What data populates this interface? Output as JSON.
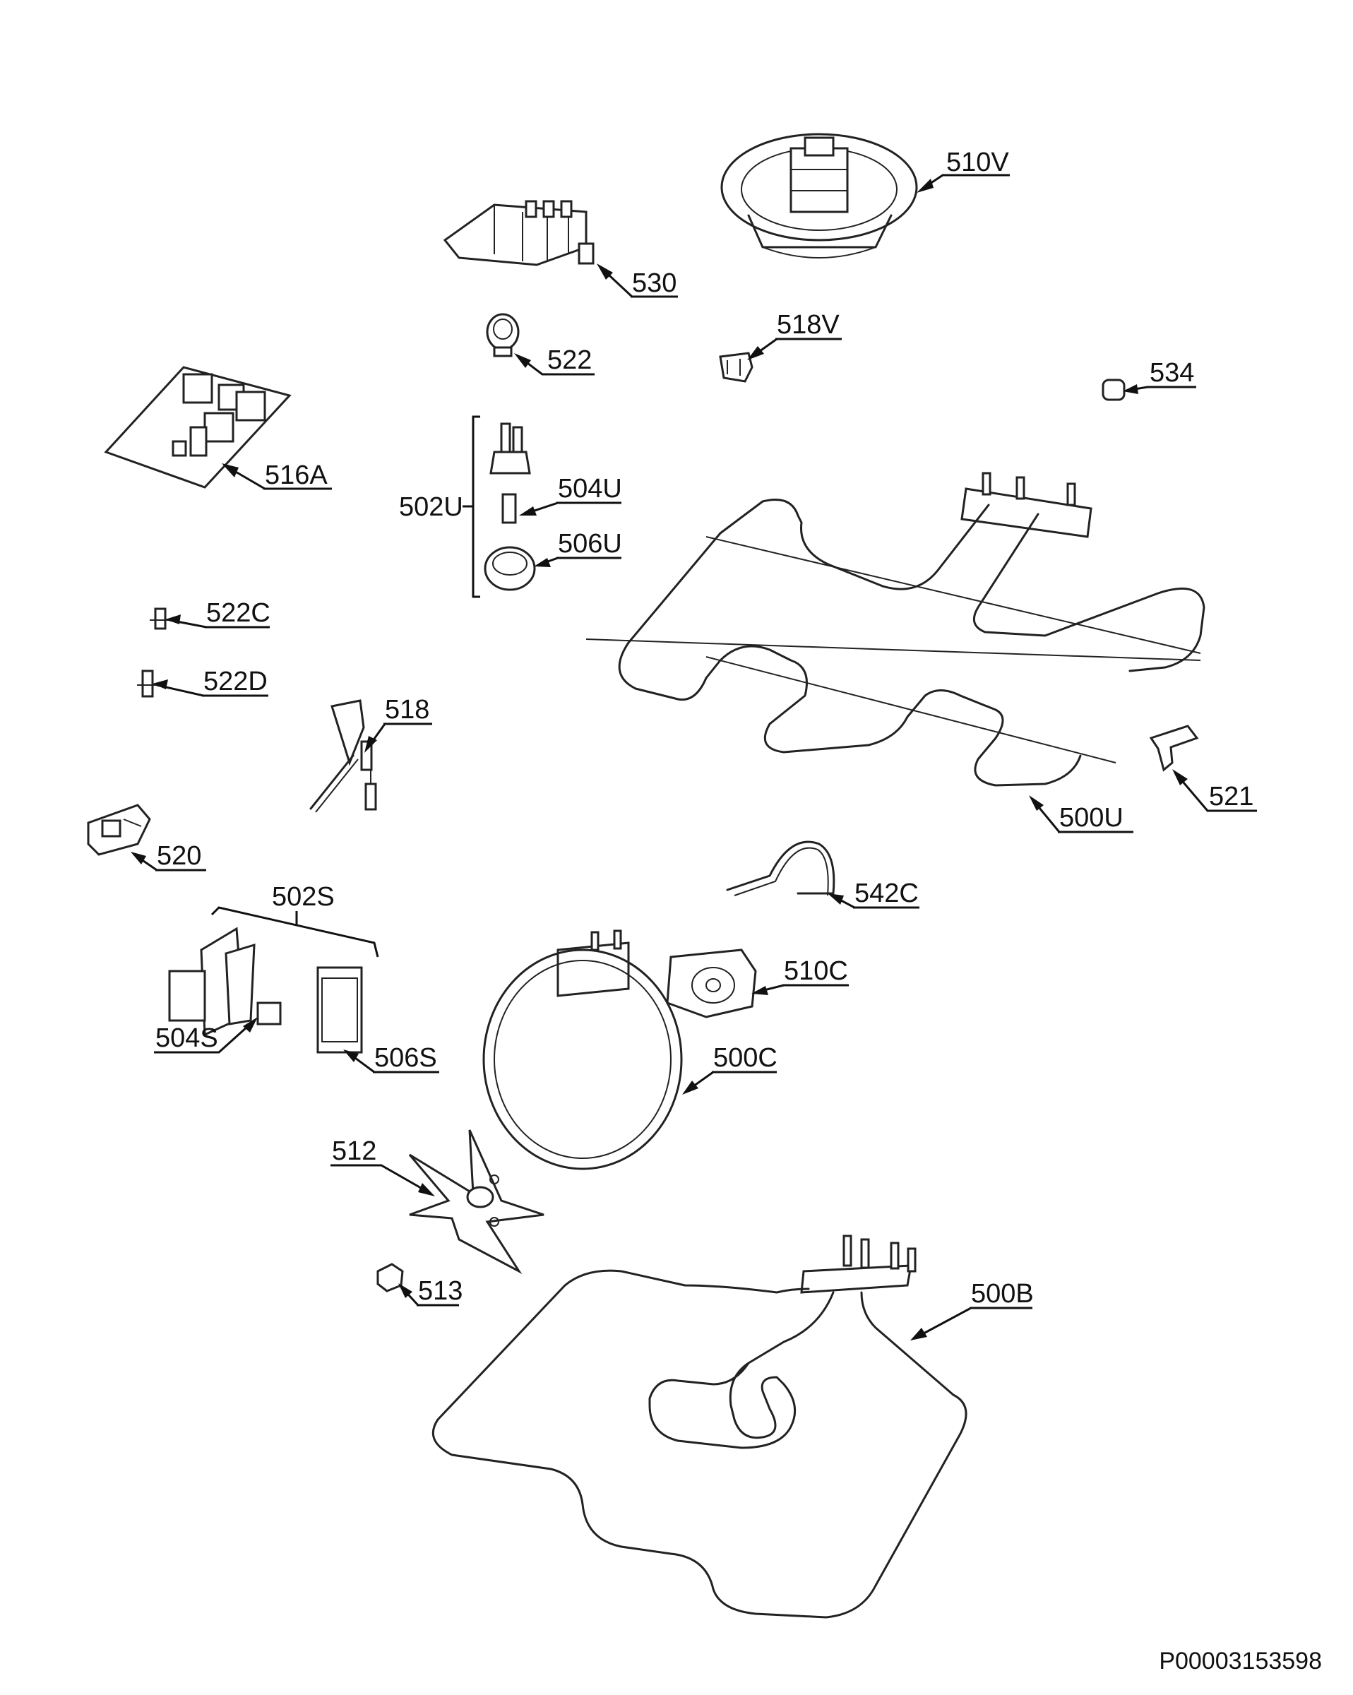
{
  "labels": {
    "510V": "510V",
    "530": "530",
    "522": "522",
    "518V": "518V",
    "534": "534",
    "516A": "516A",
    "502U": "502U",
    "504U": "504U",
    "506U": "506U",
    "522C": "522C",
    "522D": "522D",
    "518": "518",
    "520": "520",
    "521": "521",
    "500U": "500U",
    "542C": "542C",
    "502S": "502S",
    "510C": "510C",
    "504S": "504S",
    "506S": "506S",
    "500C": "500C",
    "512": "512",
    "513": "513",
    "500B": "500B"
  },
  "document_number": "P00003153598"
}
